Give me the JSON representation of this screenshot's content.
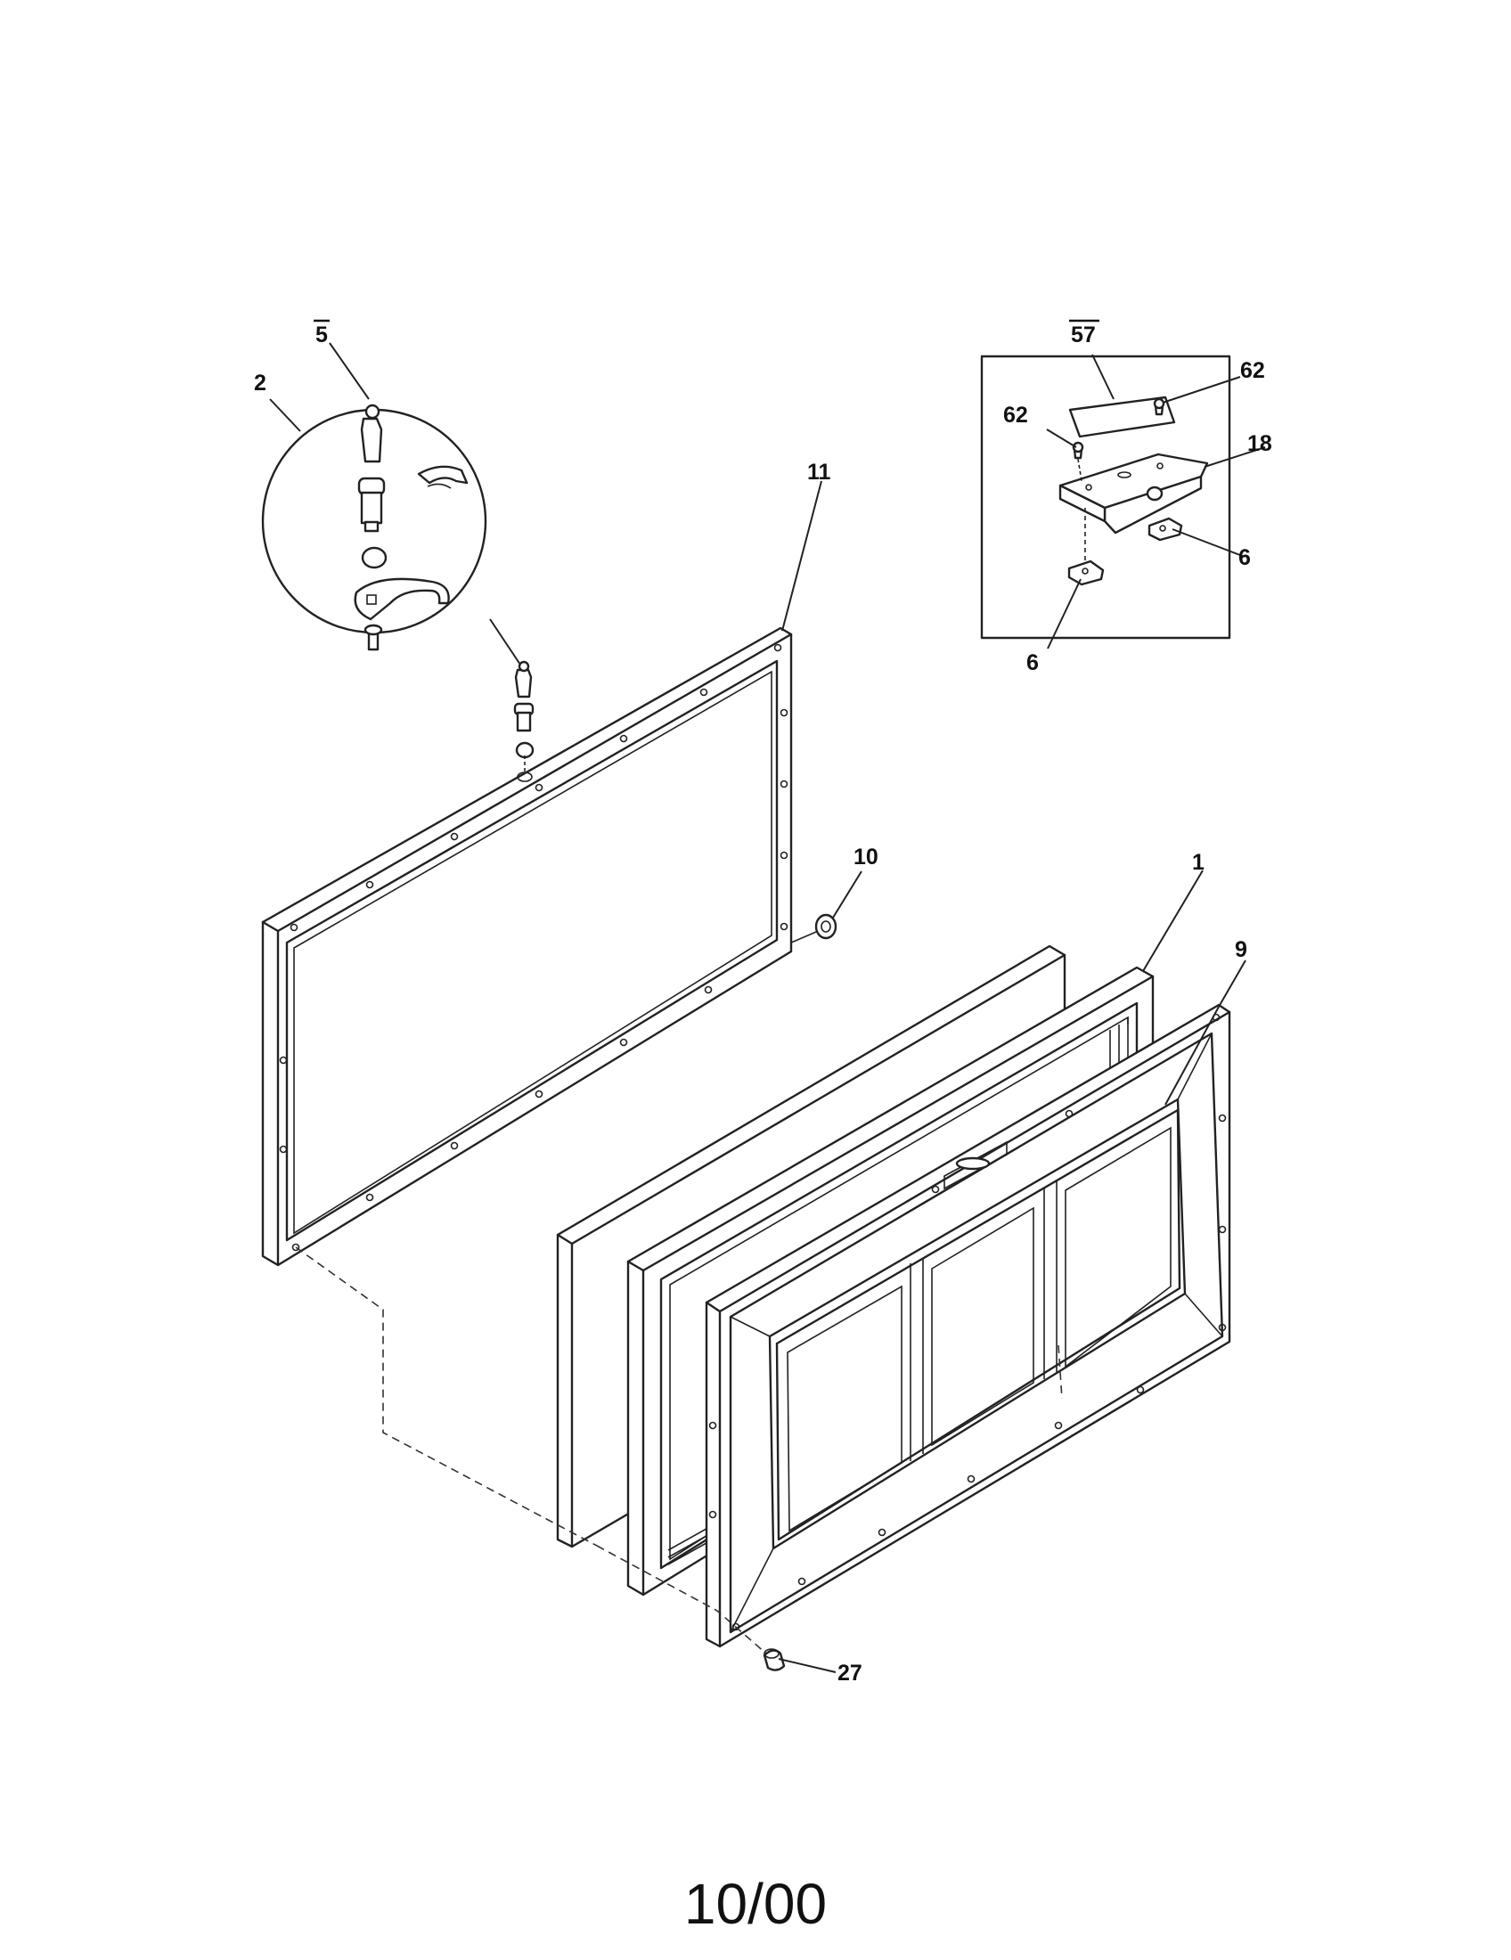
{
  "labels": {
    "lock_key": "5",
    "lock_assembly": "2",
    "trim_strip": "57",
    "screw_right": "62",
    "screw_left": "62",
    "hinge_bracket": "18",
    "clip_right": "6",
    "clip_left": "6",
    "liner_frame": "11",
    "bumper": "10",
    "gasket": "1",
    "door_panel": "9",
    "plug": "27"
  },
  "footer": {
    "date": "10/00"
  }
}
